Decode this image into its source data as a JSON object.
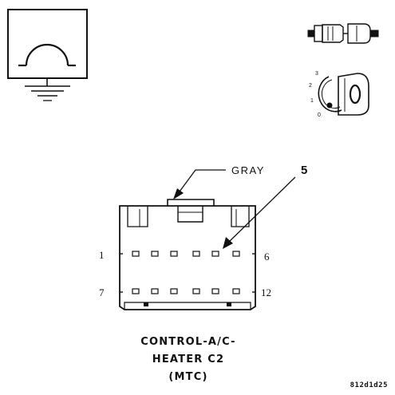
{
  "ground_icon": {
    "name": "ground-symbol-icon"
  },
  "connector_icon": {
    "name": "connector-plug-icon"
  },
  "ignition_icon": {
    "name": "ignition-key-icon",
    "positions": [
      "3",
      "2",
      "1",
      "0"
    ]
  },
  "connector": {
    "color_label": "GRAY",
    "callout_number": "5",
    "pin_labels": {
      "top_left": "1",
      "top_right": "6",
      "bottom_left": "7",
      "bottom_right": "12"
    },
    "title_lines": [
      "CONTROL-A/C-",
      "HEATER C2",
      "(MTC)"
    ]
  },
  "figure_code": "812d1d25"
}
